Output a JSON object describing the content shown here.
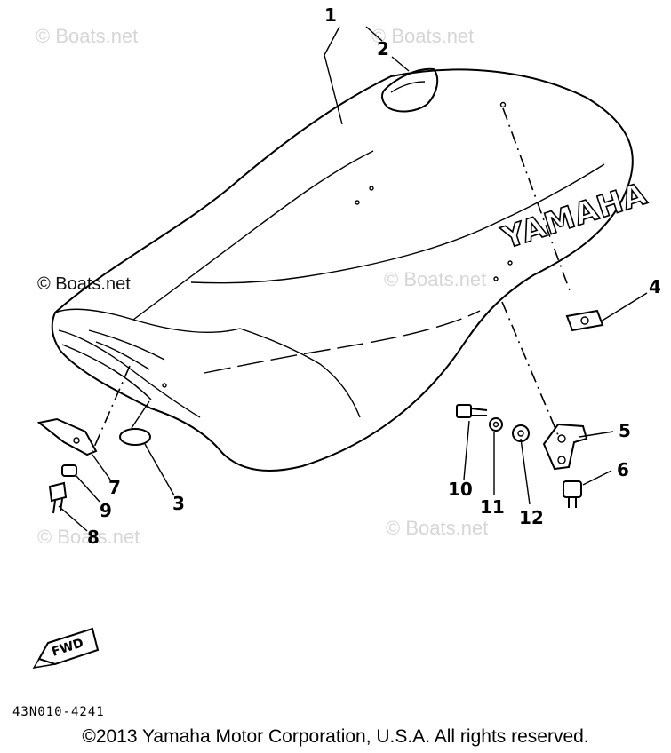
{
  "watermarks": [
    "© Boats.net",
    "© Boats.net",
    "© Boats.net",
    "© Boats.net",
    "© Boats.net",
    "© Boats.net"
  ],
  "seat_brand": "YAMAHA",
  "callouts": [
    "1",
    "2",
    "3",
    "4",
    "5",
    "6",
    "7",
    "8",
    "9",
    "10",
    "11",
    "12"
  ],
  "fwd_label": "FWD",
  "part_code": "43N010-4241",
  "copyright": "©2013 Yamaha Motor Corporation, U.S.A. All rights reserved."
}
